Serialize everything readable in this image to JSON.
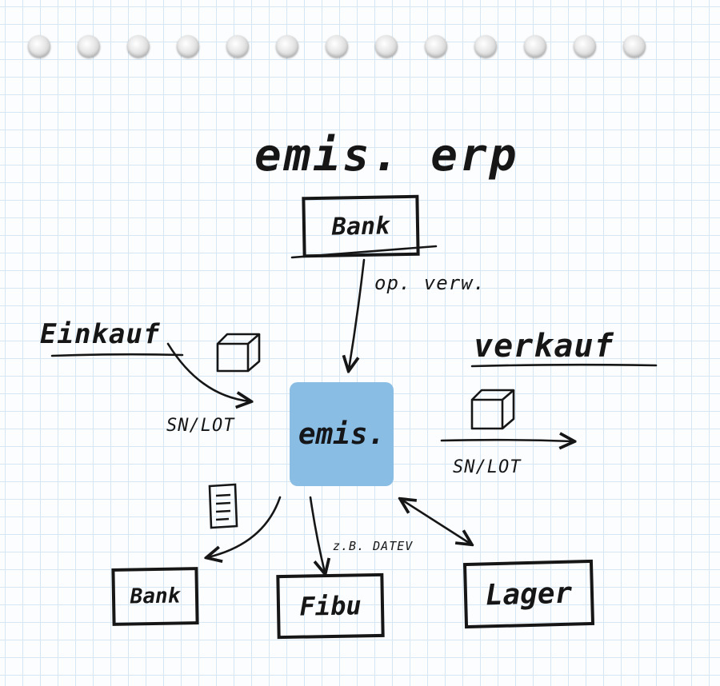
{
  "title": "emis. erp",
  "top_box": "Bank",
  "top_arrow_label": "op. verw.",
  "left_heading": "Einkauf",
  "right_heading": "verkauf",
  "center_label": "emis.",
  "left_arrow_label": "SN/LOT",
  "right_arrow_label": "SN/LOT",
  "bottom_boxes": {
    "bank": "Bank",
    "fibu": "Fibu",
    "lager": "Lager"
  },
  "fibu_arrow_label": "z.B. DATEV",
  "colors": {
    "center_fill": "#89bde4",
    "ink": "#161616",
    "grid": "#d6e6f3"
  },
  "icons": [
    "box-icon",
    "box-icon",
    "document-icon"
  ]
}
